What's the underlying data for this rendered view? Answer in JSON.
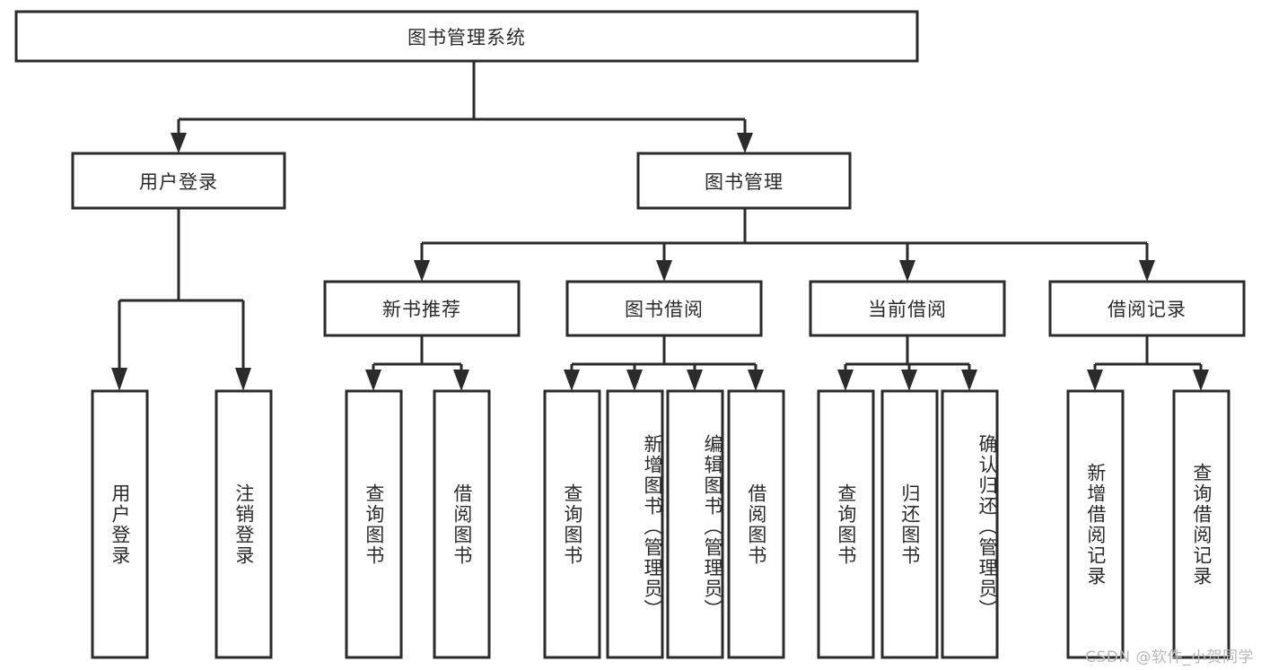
{
  "diagram": {
    "title": "图书管理系统",
    "type": "tree-hierarchy-chart",
    "watermark": "CSDN @软件_小贺同学",
    "levels": {
      "root": {
        "label": "图书管理系统"
      },
      "level2": [
        {
          "id": "user-login",
          "label": "用户登录"
        },
        {
          "id": "book-management",
          "label": "图书管理"
        }
      ],
      "level3": [
        {
          "id": "new-book-recommend",
          "label": "新书推荐"
        },
        {
          "id": "book-borrow",
          "label": "图书借阅"
        },
        {
          "id": "current-borrow",
          "label": "当前借阅"
        },
        {
          "id": "borrow-record",
          "label": "借阅记录"
        }
      ],
      "leaves": {
        "user_login": [
          {
            "id": "leaf-user-login",
            "label": "用户登录"
          },
          {
            "id": "leaf-logout",
            "label": "注销登录"
          }
        ],
        "new_book_recommend": [
          {
            "id": "leaf-query-book-1",
            "label": "查询图书"
          },
          {
            "id": "leaf-borrow-book-1",
            "label": "借阅图书"
          }
        ],
        "book_borrow": [
          {
            "id": "leaf-query-book-2",
            "label": "查询图书"
          },
          {
            "id": "leaf-add-book",
            "label": "新增图书（管理员）"
          },
          {
            "id": "leaf-edit-book",
            "label": "编辑图书（管理员）"
          },
          {
            "id": "leaf-borrow-book-2",
            "label": "借阅图书"
          }
        ],
        "current_borrow": [
          {
            "id": "leaf-query-book-3",
            "label": "查询图书"
          },
          {
            "id": "leaf-return-book",
            "label": "归还图书"
          },
          {
            "id": "leaf-confirm-return",
            "label": "确认归还（管理员）"
          }
        ],
        "borrow_record": [
          {
            "id": "leaf-add-record",
            "label": "新增借阅记录"
          },
          {
            "id": "leaf-query-record",
            "label": "查询借阅记录"
          }
        ]
      }
    },
    "colors": {
      "stroke": "#2b2b2b",
      "fill": "#ffffff",
      "text": "#2b2b2b",
      "watermark": "#b8b8b8"
    }
  }
}
